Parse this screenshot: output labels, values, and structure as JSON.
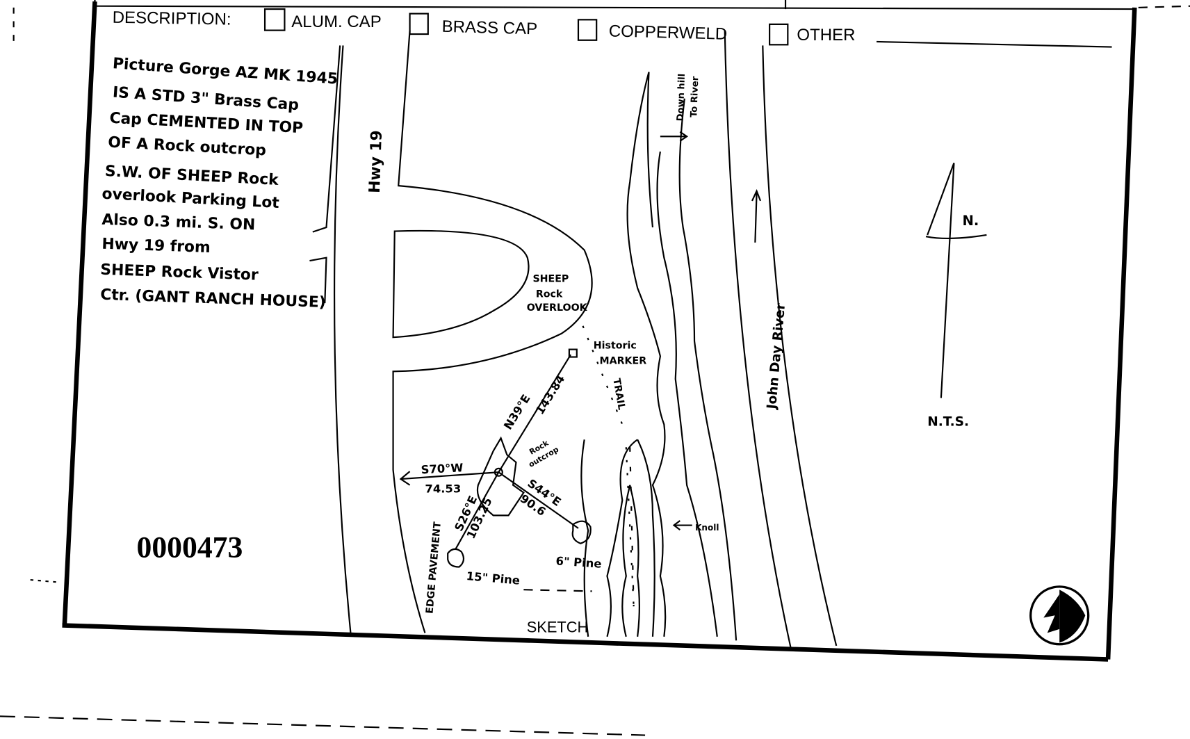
{
  "form": {
    "description_label": "DESCRIPTION:",
    "options": [
      {
        "label": "ALUM. CAP",
        "checked": false
      },
      {
        "label": "BRASS CAP",
        "checked": false
      },
      {
        "label": "COPPERWELD",
        "checked": false
      },
      {
        "label": "OTHER",
        "checked": false
      }
    ],
    "other_value": "",
    "sketch_label": "SKETCH",
    "record_number": "0000473"
  },
  "notes": [
    "Picture Gorge AZ MK 1945",
    "IS A STD 3\" Brass Cap",
    "Cap CEMENTED IN TOP",
    "OF A Rock outcrop",
    "S.W. OF SHEEP Rock",
    "overlook Parking Lot",
    "Also 0.3 mi. S. ON",
    "Hwy 19 from",
    "SHEEP Rock Vistor",
    "Ctr. (GANT RANCH HOUSE)"
  ],
  "sketch": {
    "highway": "Hwy 19",
    "overlook": [
      "SHEEP",
      "Rock",
      "OVERLOOK"
    ],
    "historic_marker": [
      "Historic",
      "MARKER"
    ],
    "trail": "TRAIL",
    "rock_outcrop": [
      "Rock",
      "outcrop"
    ],
    "edge_pavement": "EDGE PAVEMENT",
    "bearings": [
      {
        "bearing": "N39°E",
        "distance": "143.84"
      },
      {
        "bearing": "S70°W",
        "distance": "74.53"
      },
      {
        "bearing": "S26°E",
        "distance": "103.25"
      },
      {
        "bearing": "S44°E",
        "distance": "90.6"
      }
    ],
    "pine_15": "15\" Pine",
    "pine_6": "6\" Pine",
    "knoll": "Knoll",
    "downhill": [
      "Down hill",
      "To River"
    ],
    "river": "John Day River",
    "north": "N.",
    "scale": "N.T.S."
  }
}
